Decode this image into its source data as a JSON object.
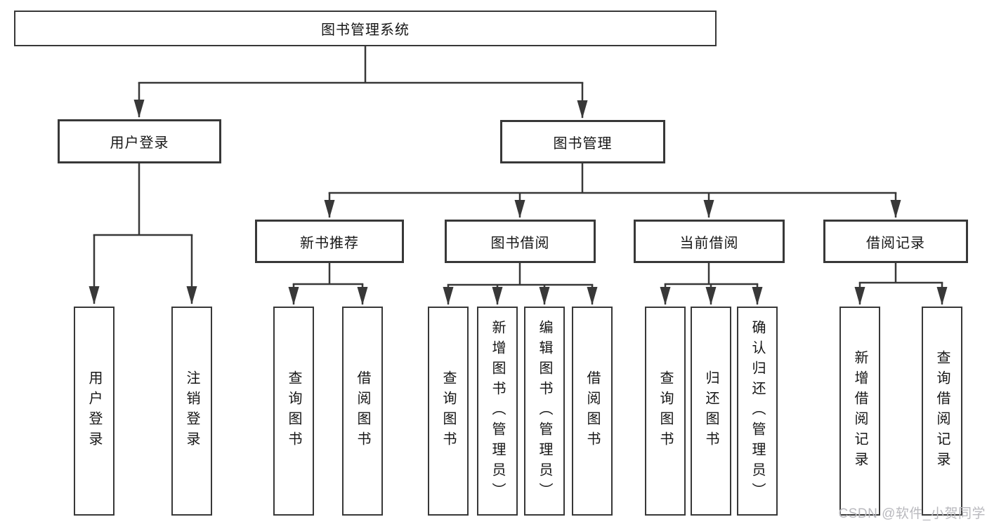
{
  "palette": {
    "line": "#383838",
    "box_border": "#383838",
    "text": "#161616",
    "background": "#ffffff",
    "watermark": "#b9b9be"
  },
  "tree": {
    "root": {
      "label": "图书管理系统"
    },
    "branches": [
      {
        "label": "用户登录",
        "children": [
          {
            "label": "用户登录"
          },
          {
            "label": "注销登录"
          }
        ]
      },
      {
        "label": "图书管理",
        "children": [
          {
            "label": "新书推荐",
            "children": [
              {
                "label": "查询图书"
              },
              {
                "label": "借阅图书"
              }
            ]
          },
          {
            "label": "图书借阅",
            "children": [
              {
                "label": "查询图书"
              },
              {
                "label": "新增图书（管理员）"
              },
              {
                "label": "编辑图书（管理员）"
              },
              {
                "label": "借阅图书"
              }
            ]
          },
          {
            "label": "当前借阅",
            "children": [
              {
                "label": "查询图书"
              },
              {
                "label": "归还图书"
              },
              {
                "label": "确认归还（管理员）"
              }
            ]
          },
          {
            "label": "借阅记录",
            "children": [
              {
                "label": "新增借阅记录"
              },
              {
                "label": "查询借阅记录"
              }
            ]
          }
        ]
      }
    ]
  },
  "watermark": {
    "label": "CSDN @软件_小贺同学"
  }
}
